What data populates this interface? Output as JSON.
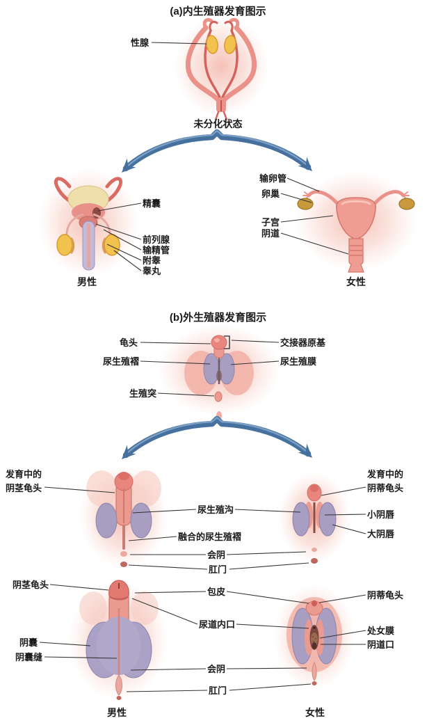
{
  "page": {
    "background": "#ffffff"
  },
  "section_a": {
    "title": "(a)内生殖器发育图示",
    "gonad_label": "性腺",
    "undifferentiated_label": "未分化状态",
    "male": {
      "caption": "男性",
      "labels": [
        "精囊",
        "前列腺",
        "输精管",
        "附睾",
        "睾丸"
      ]
    },
    "female": {
      "caption": "女性",
      "labels": [
        "输卵管",
        "卵巢",
        "子宫",
        "阴道"
      ]
    }
  },
  "section_b": {
    "title": "(b)外生殖器发育图示",
    "undifferentiated": {
      "left_labels": [
        "龟头",
        "尿生殖褶",
        "生殖突"
      ],
      "right_labels": [
        "交接器原基",
        "尿生殖膜"
      ]
    },
    "developing": {
      "male_glans_label": "发育中的\n阴茎龟头",
      "center_labels": [
        "尿生殖沟",
        "融合的尿生殖褶",
        "会阴",
        "肛门"
      ],
      "female_glans_label": "发育中的\n阴蒂龟头",
      "female_labels": [
        "小阴唇",
        "大阴唇"
      ]
    },
    "mature": {
      "male_labels": [
        "阴茎龟头",
        "阴囊",
        "阴囊缝"
      ],
      "center_labels": [
        "包皮",
        "尿道内口",
        "会阴",
        "肛门"
      ],
      "female_labels": [
        "阴蒂龟头",
        "处女膜",
        "阴道口"
      ],
      "male_caption": "男性",
      "female_caption": "女性"
    }
  },
  "colors": {
    "text": "#1a1a1a",
    "leader": "#333333",
    "arrow-blue": "#46719f",
    "tissue-pink": "#ec948b",
    "tissue-purple": "#a79ec2",
    "gonad-yellow": "#f2c24e"
  }
}
